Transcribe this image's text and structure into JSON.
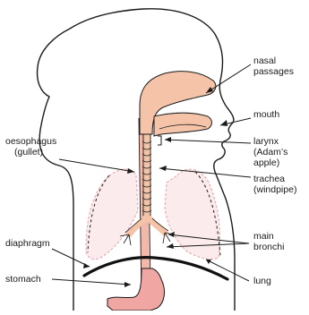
{
  "colors": {
    "outline": "#1a1a1a",
    "airway": "#f5c4a8",
    "oesophagus": "#f2b8aa",
    "stomach": "#f0a7a4",
    "lung_fill": "#fcebec",
    "lung_dash": "#e4a9b0",
    "diaphragm": "#111111"
  },
  "labels": {
    "nasal": [
      "nasal",
      "passages"
    ],
    "mouth": [
      "mouth"
    ],
    "larynx": [
      "larynx",
      "(Adam’s",
      "apple)"
    ],
    "trachea": [
      "trachea",
      "(windpipe)"
    ],
    "bronchi": [
      "main",
      "bronchi"
    ],
    "lung": [
      "lung"
    ],
    "oesophagus": [
      "oesophagus",
      "(gullet)"
    ],
    "diaphragm": [
      "diaphragm"
    ],
    "stomach": [
      "stomach"
    ]
  }
}
